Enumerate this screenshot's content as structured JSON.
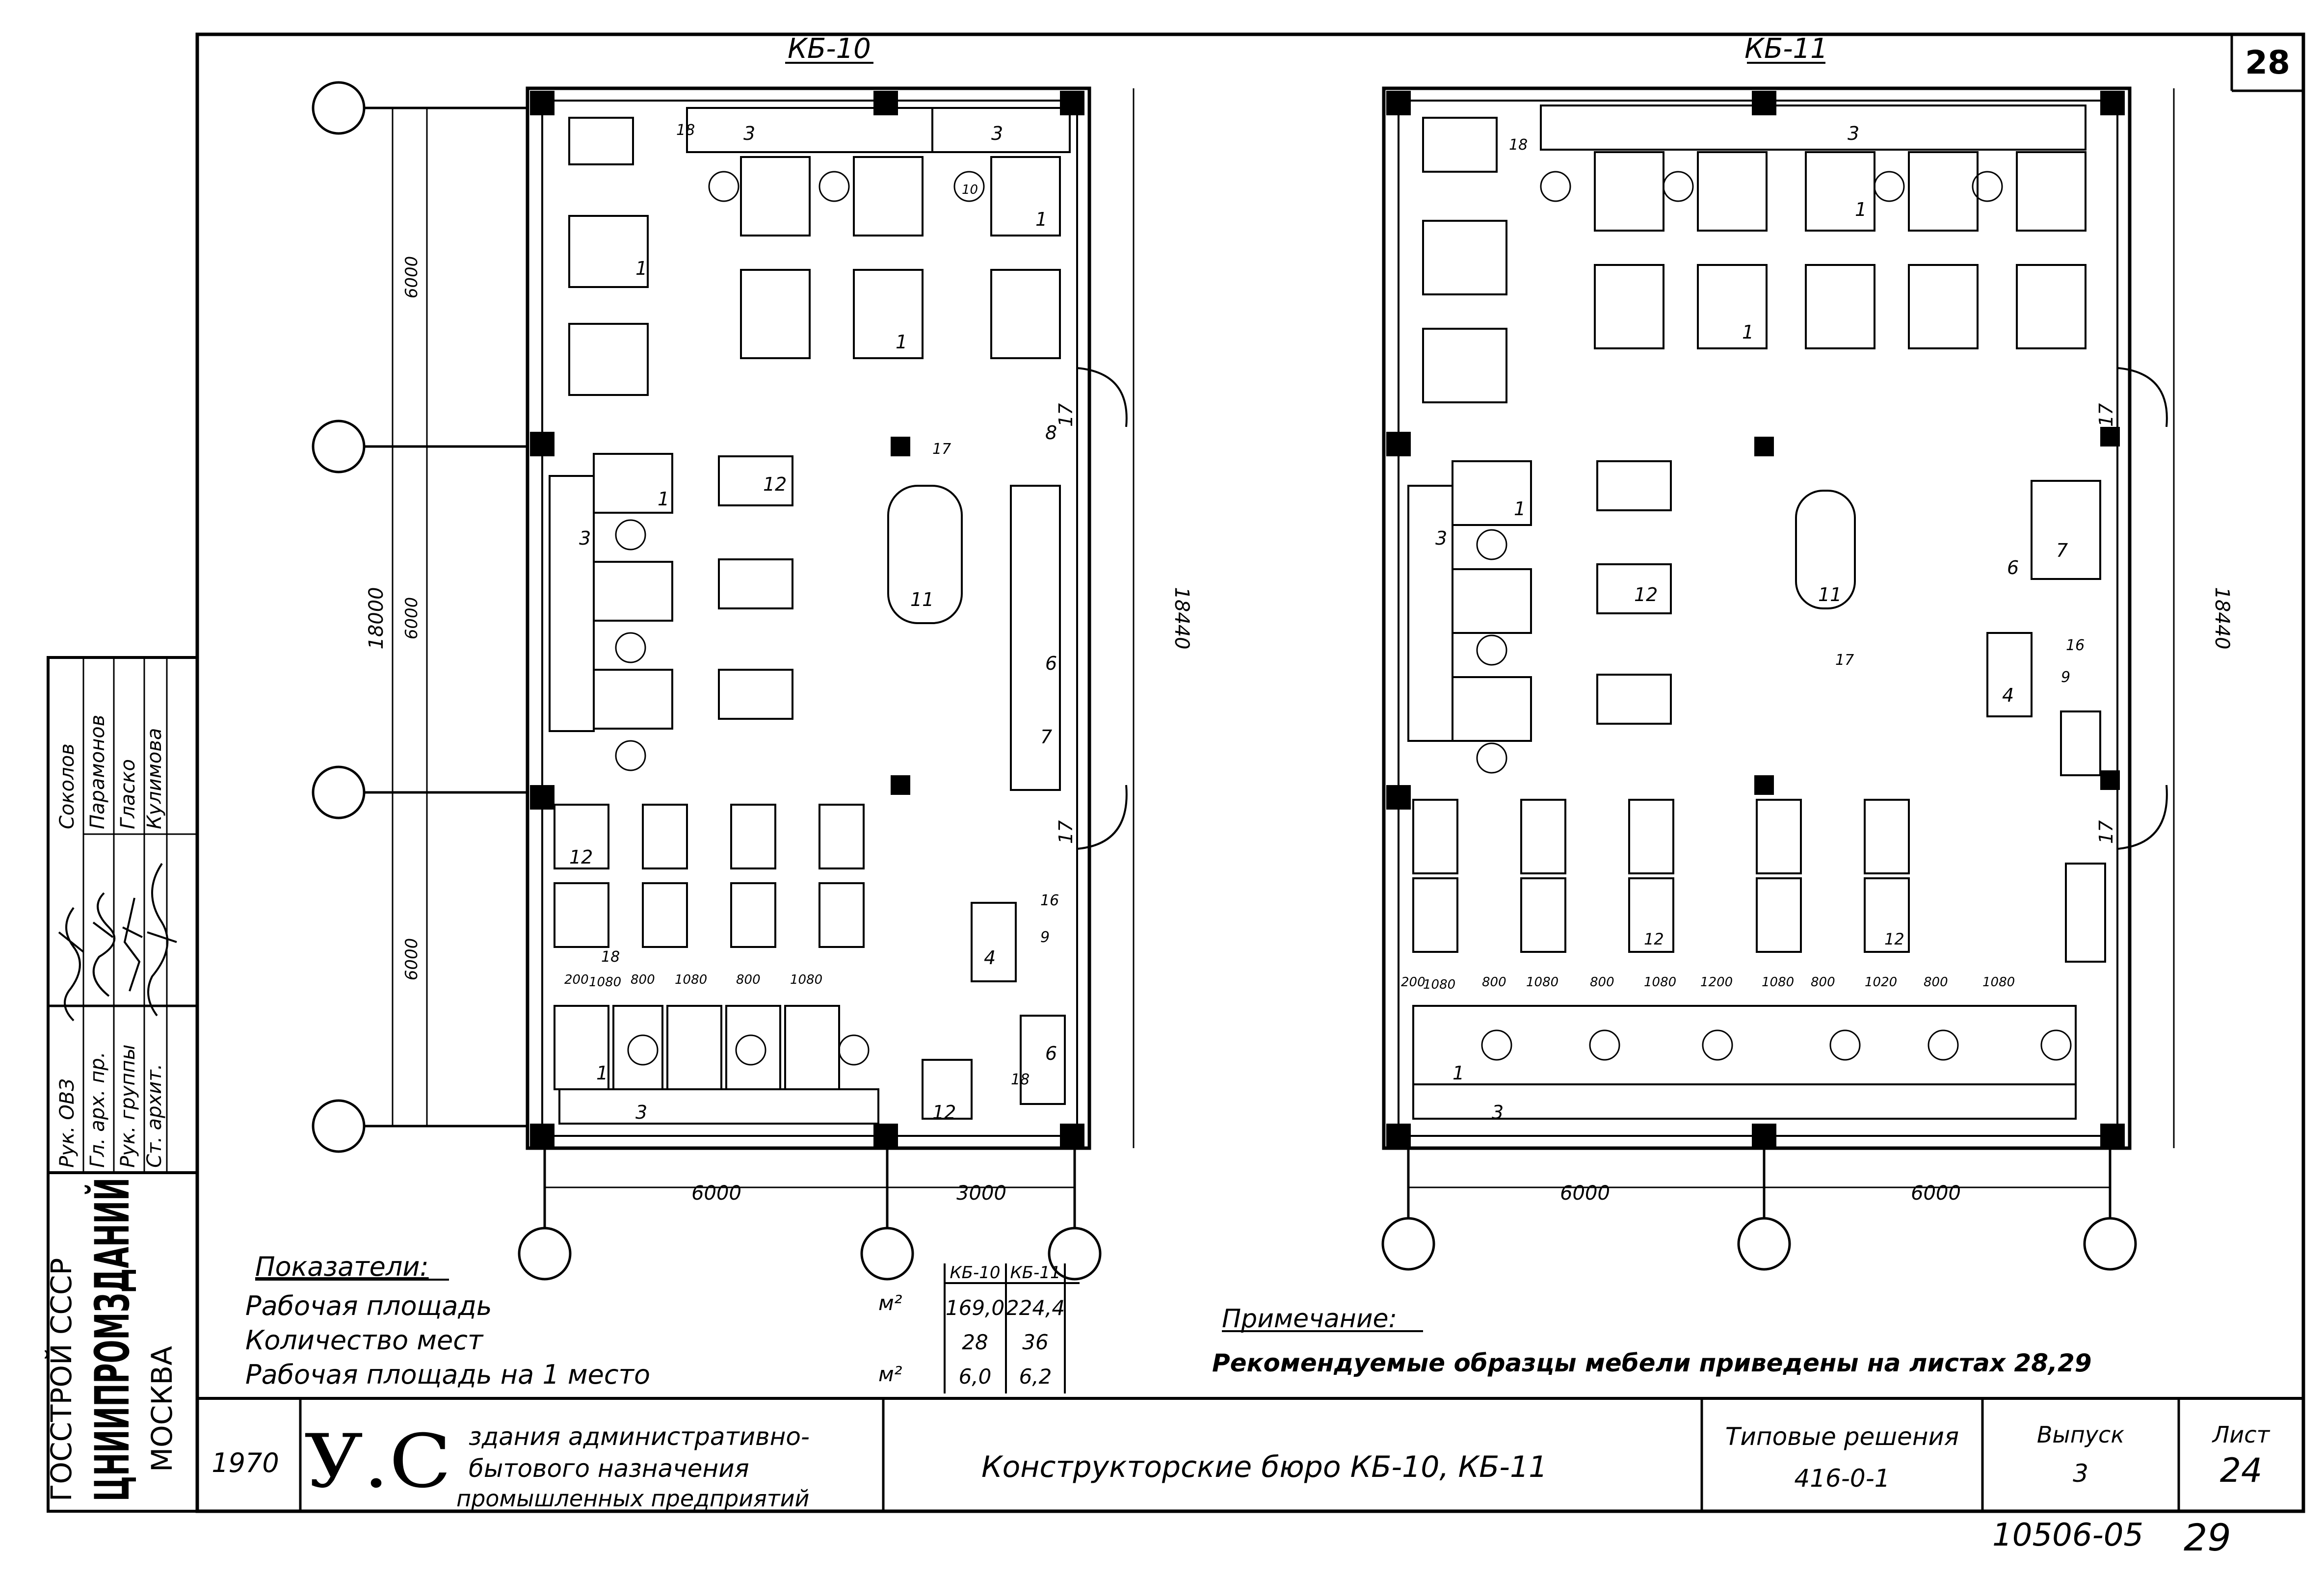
{
  "sheet_corner_number": "28",
  "plans": [
    {
      "label": "КБ-10",
      "dims_vertical": [
        "6000",
        "6000",
        "6000"
      ],
      "dim_total_vertical": "18000",
      "dim_right": "18440",
      "dims_bottom": [
        "6000",
        "3000"
      ],
      "furniture_bottom_dims": [
        "200",
        "1080",
        "800",
        "1080",
        "800",
        "1080"
      ]
    },
    {
      "label": "КБ-11",
      "dim_right": "18440",
      "dims_bottom": [
        "6000",
        "6000"
      ],
      "furniture_bottom_dims": [
        "200",
        "1080",
        "800",
        "1080",
        "800",
        "1080",
        "1200",
        "1080",
        "800",
        "1020",
        "800",
        "1080"
      ]
    }
  ],
  "furniture_numbers": [
    "1",
    "3",
    "4",
    "6",
    "7",
    "8",
    "9",
    "10",
    "11",
    "12",
    "16",
    "17",
    "18"
  ],
  "indicators": {
    "heading": "Показатели:",
    "columns": [
      "КБ-10",
      "КБ-11"
    ],
    "rows": [
      {
        "label": "Рабочая площадь",
        "unit": "м²",
        "values": [
          "169,0",
          "224,4"
        ]
      },
      {
        "label": "Количество мест",
        "unit": "",
        "values": [
          "28",
          "36"
        ]
      },
      {
        "label": "Рабочая площадь на 1 место",
        "unit": "м²",
        "values": [
          "6,0",
          "6,2"
        ]
      }
    ]
  },
  "note": {
    "heading": "Примечание:",
    "text": "Рекомендуемые образцы мебели приведены на листах 28,29"
  },
  "side_stamp": {
    "org_line1": "ГОССТРОЙ СССР",
    "org_line2": "ЦНИИПРОМЗДАНИЙ",
    "org_line3": "МОСКВА",
    "roles": [
      "Рук. ОВЗ",
      "Гл. арх. пр.",
      "Рук. группы",
      "Ст. архит."
    ],
    "names": [
      "Соколов",
      "Парамонов",
      "Гласко",
      "Кулимова"
    ]
  },
  "title_block": {
    "year": "1970",
    "series_mark": "У.С",
    "subject_lines": [
      "здания административно-",
      "бытового назначения",
      "промышленных предприятий"
    ],
    "sheet_title": "Конструкторские бюро КБ-10, КБ-11",
    "standard_label": "Типовые решения",
    "standard_code": "416-0-1",
    "issue_label": "Выпуск",
    "issue_value": "3",
    "sheet_label": "Лист",
    "sheet_value": "24"
  },
  "archive_number": "10506-05",
  "page_number": "29"
}
